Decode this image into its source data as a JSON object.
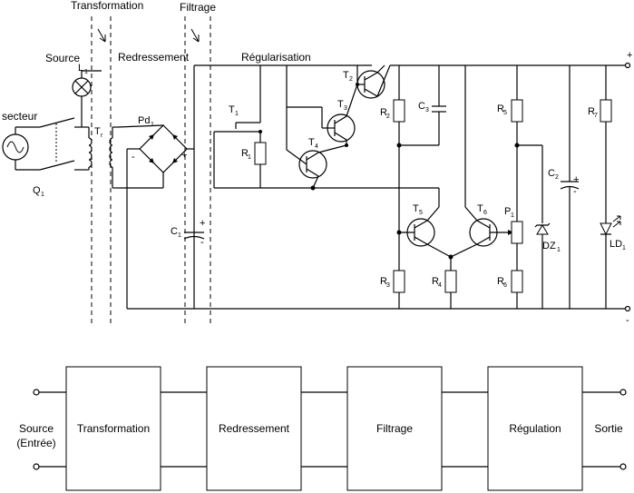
{
  "sections": {
    "transformation": "Transformation",
    "filtrage": "Filtrage",
    "source": "Source",
    "redressement": "Redressement",
    "regularisation": "Régularisation",
    "secteur": "secteur"
  },
  "components": {
    "L": "L",
    "L_sub": "1",
    "Tr": "T",
    "Tr_sub": "r",
    "Q": "Q",
    "Q_sub": "1",
    "Pd": "Pd",
    "Pd_sub": "1",
    "C1": "C",
    "C1_sub": "1",
    "T1": "T",
    "T1_sub": "1",
    "R1": "R",
    "R1_sub": "1",
    "T2": "T",
    "T2_sub": "2",
    "T3": "T",
    "T3_sub": "3",
    "T4": "T",
    "T4_sub": "4",
    "R2": "R",
    "R2_sub": "2",
    "C3": "C",
    "C3_sub": "3",
    "R5": "R",
    "R5_sub": "5",
    "R7": "R",
    "R7_sub": "7",
    "C2": "C",
    "C2_sub": "2",
    "T5": "T",
    "T5_sub": "5",
    "T6": "T",
    "T6_sub": "6",
    "P1": "P",
    "P1_sub": "1",
    "DZ1": "DZ",
    "DZ1_sub": "1",
    "LD1": "LD",
    "LD1_sub": "1",
    "R3": "R",
    "R3_sub": "3",
    "R4": "R",
    "R4_sub": "4",
    "R6": "R",
    "R6_sub": "6"
  },
  "polarity": {
    "bridge_minus": "-",
    "bridge_plus": "+",
    "c1_plus": "+",
    "c1_minus": "-",
    "c2_plus": "+",
    "c2_minus": "-",
    "out_plus": "+",
    "out_minus": "-"
  },
  "block_diagram": {
    "source_line1": "Source",
    "source_line2": "(Entrée)",
    "blocks": [
      "Transformation",
      "Redressement",
      "Filtrage",
      "Régulation"
    ],
    "output": "Sortie"
  }
}
